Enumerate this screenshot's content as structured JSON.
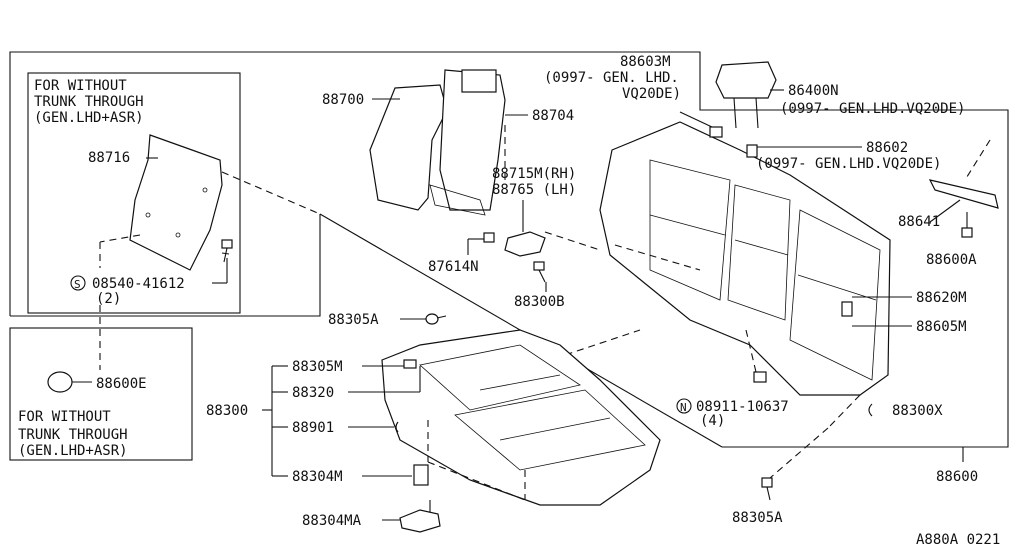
{
  "inset_top": {
    "note": [
      "FOR WITHOUT",
      "TRUNK THROUGH",
      "(GEN.LHD+ASR)"
    ],
    "part_number": "88716",
    "screw_circle": "S",
    "screw_part": "08540-41612",
    "screw_qty": "(2)"
  },
  "inset_bottom": {
    "part_number": "88600E",
    "note": [
      "FOR WITHOUT",
      "TRUNK THROUGH",
      "(GEN.LHD+ASR)"
    ]
  },
  "labels": {
    "p88700": "88700",
    "p88704": "88704",
    "p88603M": "88603M",
    "p88603M_note1": "(0997- GEN. LHD.",
    "p88603M_note2": "VQ20DE)",
    "p86400N": "86400N",
    "p86400N_note": "(0997- GEN.LHD.VQ20DE)",
    "p88602": "88602",
    "p88602_note": "(0997- GEN.LHD.VQ20DE)",
    "p88641": "88641",
    "p88600A": "88600A",
    "p88715M": "88715M(RH)",
    "p88765": "88765 (LH)",
    "p87614N": "87614N",
    "p88300B": "88300B",
    "p88620M": "88620M",
    "p88605M": "88605M",
    "p88305A_top": "88305A",
    "p88305M": "88305M",
    "p88320": "88320",
    "p88300": "88300",
    "p88901": "88901",
    "p88304M": "88304M",
    "p88304MA": "88304MA",
    "nut_circle": "N",
    "nut_part": "08911-10637",
    "nut_qty": "(4)",
    "p88300X": "88300X",
    "p88600": "88600",
    "p88305A_bottom": "88305A"
  },
  "diagram_code": "A880A 0221"
}
